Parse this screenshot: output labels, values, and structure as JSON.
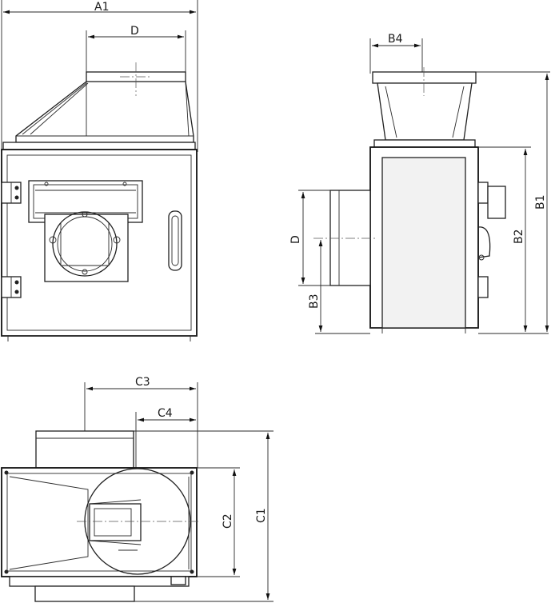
{
  "dimensions": {
    "a1": "A1",
    "d_front": "D",
    "b4": "B4",
    "b1": "B1",
    "b2": "B2",
    "b3": "B3",
    "d_side": "D",
    "c3": "C3",
    "c4": "C4",
    "c1": "C1",
    "c2": "C2"
  }
}
